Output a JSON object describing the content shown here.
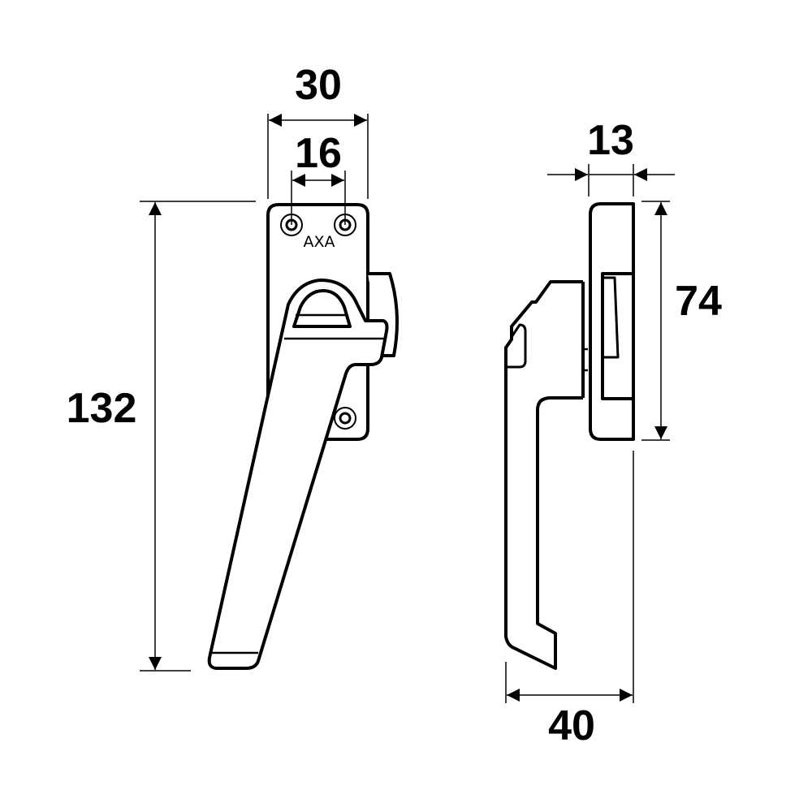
{
  "drawing": {
    "brand_label": "AXA",
    "front_view": {
      "dimensions": {
        "plate_width": "30",
        "hole_spacing": "16",
        "total_height": "132"
      }
    },
    "side_view": {
      "dimensions": {
        "plate_depth": "13",
        "plate_height": "74",
        "total_depth": "40"
      }
    },
    "colors": {
      "line": "#000000",
      "background": "#ffffff"
    }
  }
}
